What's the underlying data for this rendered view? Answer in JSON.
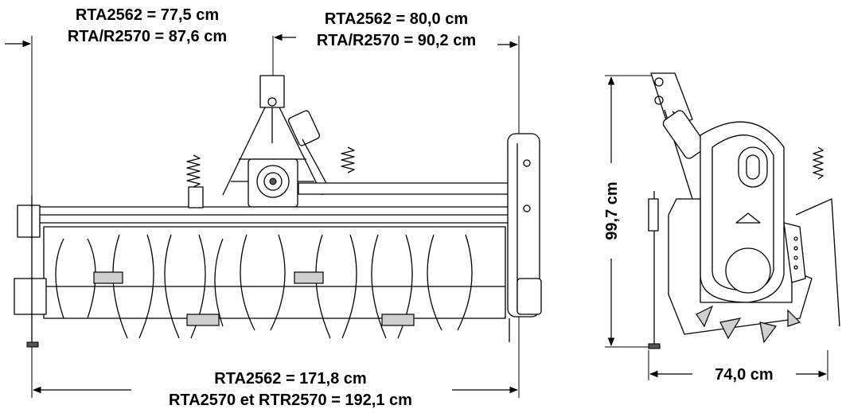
{
  "dimensions": {
    "left_offset": {
      "line1": "RTA2562 = 77,5 cm",
      "line2": "RTA/R2570 = 87,6 cm"
    },
    "right_offset": {
      "line1": "RTA2562 = 80,0 cm",
      "line2": "RTA/R2570 = 90,2 cm"
    },
    "overall_width": {
      "line1": "RTA2562 = 171,8 cm",
      "line2": "RTA2570 et RTR2570 = 192,1 cm"
    },
    "height": "99,7 cm",
    "depth": "74,0 cm"
  }
}
